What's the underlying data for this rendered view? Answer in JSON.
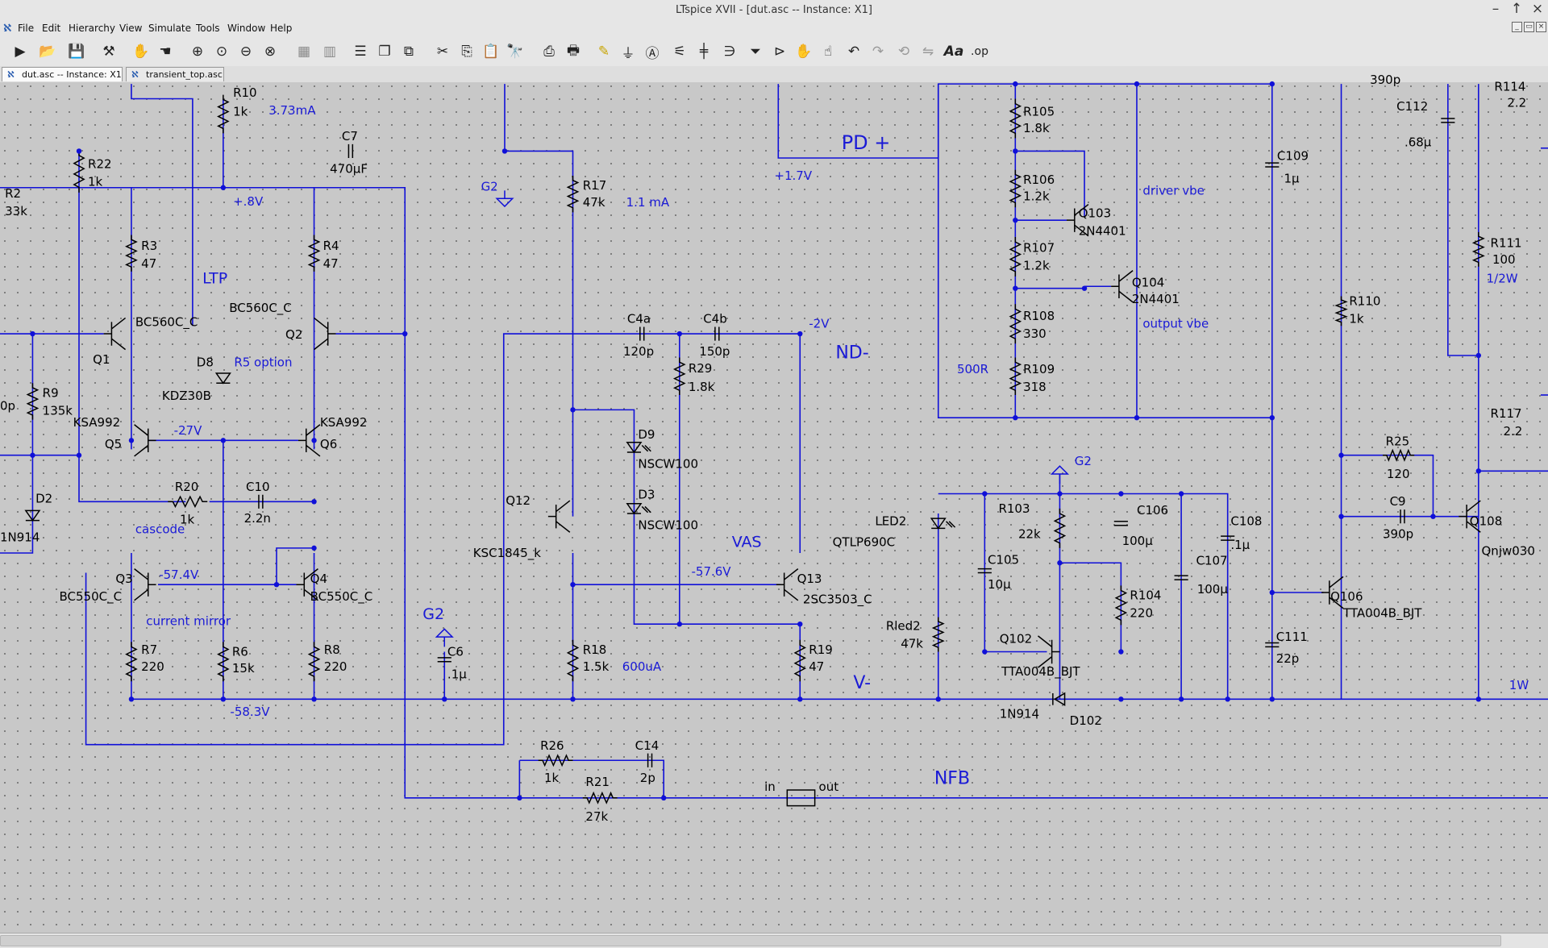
{
  "window": {
    "title": "LTspice XVII - [dut.asc -- Instance: X1]"
  },
  "menu": [
    "File",
    "Edit",
    "Hierarchy",
    "View",
    "Simulate",
    "Tools",
    "Window",
    "Help"
  ],
  "tabs": [
    {
      "label": "dut.asc -- Instance: X1",
      "active": true
    },
    {
      "label": "transient_top.asc",
      "active": false
    }
  ],
  "toolbar": [
    "run",
    "open",
    "save",
    "control-panel",
    "halt",
    "hand-pan",
    "zoom-in",
    "zoom-area",
    "zoom-out",
    "zoom-fit",
    "tile-horizontal",
    "tile-vertical",
    "cascade",
    "window-list",
    "toggle-windows",
    "cut",
    "copy",
    "paste",
    "find",
    "print",
    "print-preview",
    "draw-wire",
    "ground",
    "label-net",
    "resistor",
    "capacitor",
    "inductor",
    "diode",
    "component",
    "move",
    "drag",
    "undo",
    "redo",
    "rotate",
    "mirror",
    "text",
    "spice-directive"
  ],
  "colors": {
    "wire": "#1010d8",
    "label": "#1a1ad6",
    "text": "#000000",
    "grid": "#707070",
    "background": "#c8c8c8"
  },
  "schematic": {
    "components": [
      [
        "R10",
        "1k"
      ],
      [
        "R22",
        "1k"
      ],
      [
        "R2",
        "33k"
      ],
      [
        "C7",
        "470µF"
      ],
      [
        "R3",
        "47"
      ],
      [
        "R4",
        "47"
      ],
      [
        "Q1",
        "BC560C_C"
      ],
      [
        "Q2",
        "BC560C_C"
      ],
      [
        "D8",
        "KDZ30B"
      ],
      [
        "R9",
        "135k"
      ],
      [
        "Q5",
        "KSA992"
      ],
      [
        "Q6",
        "KSA992"
      ],
      [
        "R20",
        "1k"
      ],
      [
        "C10",
        "2.2n"
      ],
      [
        "D2",
        "1N914"
      ],
      [
        "Q3",
        "BC550C_C"
      ],
      [
        "Q4",
        "BC550C_C"
      ],
      [
        "R7",
        "220"
      ],
      [
        "R6",
        "15k"
      ],
      [
        "R8",
        "220"
      ],
      [
        "C6",
        ".1µ"
      ],
      [
        "R17",
        "47k"
      ],
      [
        "C4a",
        "120p"
      ],
      [
        "C4b",
        "150p"
      ],
      [
        "R29",
        "1.8k"
      ],
      [
        "D9",
        "NSCW100"
      ],
      [
        "D3",
        "NSCW100"
      ],
      [
        "Q12",
        "KSC1845_k"
      ],
      [
        "Q13",
        "2SC3503_C"
      ],
      [
        "R18",
        "1.5k"
      ],
      [
        "R19",
        "47"
      ],
      [
        "R26",
        "1k"
      ],
      [
        "C14",
        "2p"
      ],
      [
        "R21",
        "27k"
      ],
      [
        "R105",
        "1.8k"
      ],
      [
        "R106",
        "1.2k"
      ],
      [
        "Q103",
        "2N4401"
      ],
      [
        "R107",
        "1.2k"
      ],
      [
        "Q104",
        "2N4401"
      ],
      [
        "R108",
        "330"
      ],
      [
        "R109",
        "318"
      ],
      [
        "C109",
        "1µ"
      ],
      [
        "C112",
        ".68µ"
      ],
      [
        "R114",
        "2.2"
      ],
      [
        "R111",
        "100"
      ],
      [
        "R110",
        "1k"
      ],
      [
        "R117",
        "2.2"
      ],
      [
        "R25",
        "120"
      ],
      [
        "C9",
        "390p"
      ],
      [
        "Q108",
        "Qnjw030"
      ],
      [
        "Q106",
        "TTA004B_BJT"
      ],
      [
        "C111",
        "22p"
      ],
      [
        "LED2",
        "QTLP690C"
      ],
      [
        "Rled2",
        "47k"
      ],
      [
        "R103",
        "22k"
      ],
      [
        "C105",
        "10µ"
      ],
      [
        "C106",
        "100µ"
      ],
      [
        "R104",
        "220"
      ],
      [
        "C107",
        "100µ"
      ],
      [
        "C108",
        ".1µ"
      ],
      [
        "Q102",
        "TTA004B_BJT"
      ],
      [
        "D102",
        "1N914"
      ]
    ],
    "notes": {
      "i_r10": "3.73mA",
      "v_p8": "+.8V",
      "ltp": "LTP",
      "r5opt": "R5 option",
      "v_m27": "-27V",
      "cascode": "cascode",
      "v_m574": "-57.4V",
      "curmirror": "current mirror",
      "v_m583": "-58.3V",
      "i_r17": "1.1 mA",
      "v_m2": "-2V",
      "nd": "ND-",
      "vas": "VAS",
      "v_m576": "-57.6V",
      "i_r18": "600uA",
      "vneg": "V-",
      "pdp": "PD +",
      "v_p17": "+1.7V",
      "drvbe": "driver vbe",
      "outvbe": "output vbe",
      "r500": "500R",
      "g2a": "G2",
      "g2b": "G2",
      "g2c": "G2",
      "w12": "1/2W",
      "w1": "1W",
      "nfb": "NFB",
      "in": "in",
      "out": "out",
      "cap_top": "390p",
      "c2left": "0p"
    }
  }
}
